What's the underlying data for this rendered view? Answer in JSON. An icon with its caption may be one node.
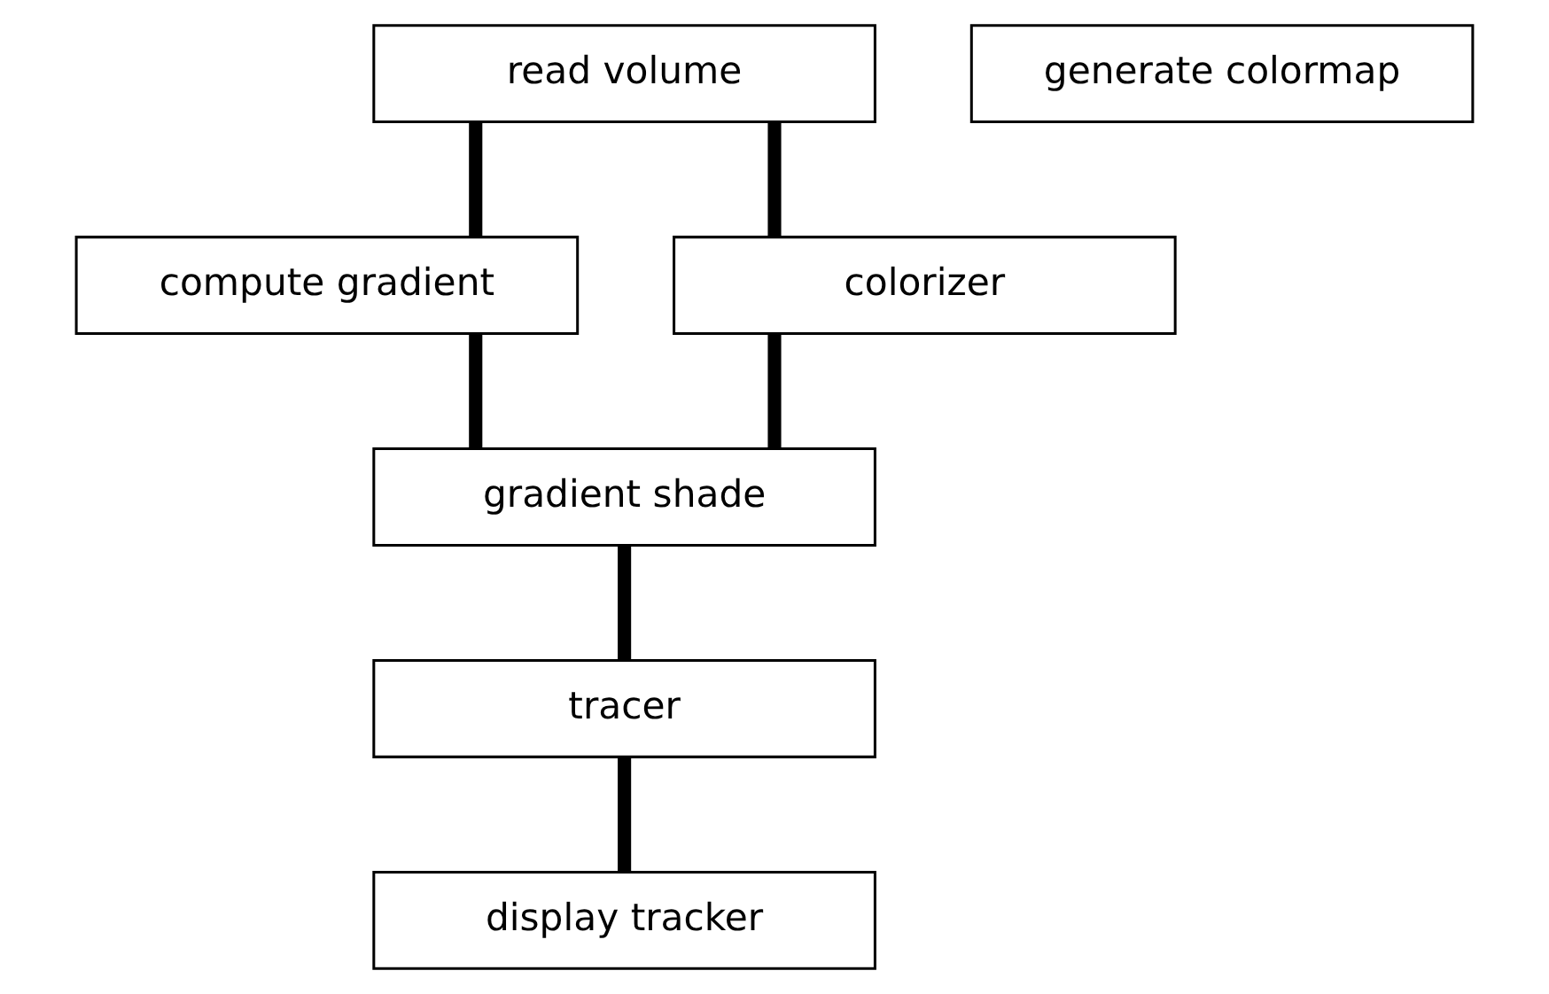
{
  "diagram": {
    "nodes": [
      {
        "text": [
          "read volume"
        ]
      },
      {
        "text": [
          "generate colormap"
        ]
      },
      {
        "text": [
          "compute gradient"
        ]
      },
      {
        "text": [
          "colorizer"
        ]
      },
      {
        "text": [
          "gradient shade"
        ]
      },
      {
        "text": [
          "tracer"
        ]
      },
      {
        "text": [
          "display tracker"
        ]
      }
    ],
    "edges": [
      {
        "from": 0,
        "to": 2,
        "arrow": "none"
      },
      {
        "from": 0,
        "to": 3,
        "arrow": "none"
      },
      {
        "from": 2,
        "to": 4,
        "arrow": "none"
      },
      {
        "from": 3,
        "to": 4,
        "arrow": "none"
      },
      {
        "from": 4,
        "to": 5,
        "arrow": "none"
      },
      {
        "from": 5,
        "to": 6,
        "arrow": "none"
      }
    ]
  }
}
